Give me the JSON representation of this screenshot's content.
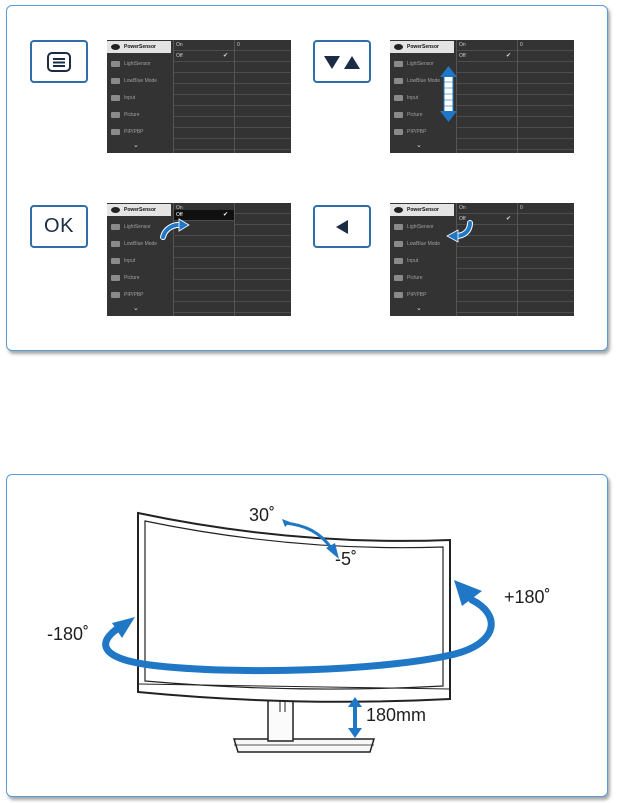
{
  "osd": {
    "menu_items": [
      "PowerSensor",
      "LightSensor",
      "LowBlue Mode",
      "Input",
      "Picture",
      "PIP/PBP"
    ],
    "options": [
      "On",
      "Off"
    ],
    "value": "0"
  },
  "buttons": {
    "menu_icon": "menu-icon",
    "updown_icon": "up-down-triangle-icon",
    "ok_label": "OK",
    "left_icon": "left-triangle-icon"
  },
  "ergonomics": {
    "tilt_up": "30˚",
    "tilt_down": "-5˚",
    "swivel_left": "-180˚",
    "swivel_right": "+180˚",
    "height": "180mm"
  },
  "colors": {
    "accent": "#1f77c6",
    "frame": "#5b9bd5",
    "osd_bg": "#333333"
  }
}
